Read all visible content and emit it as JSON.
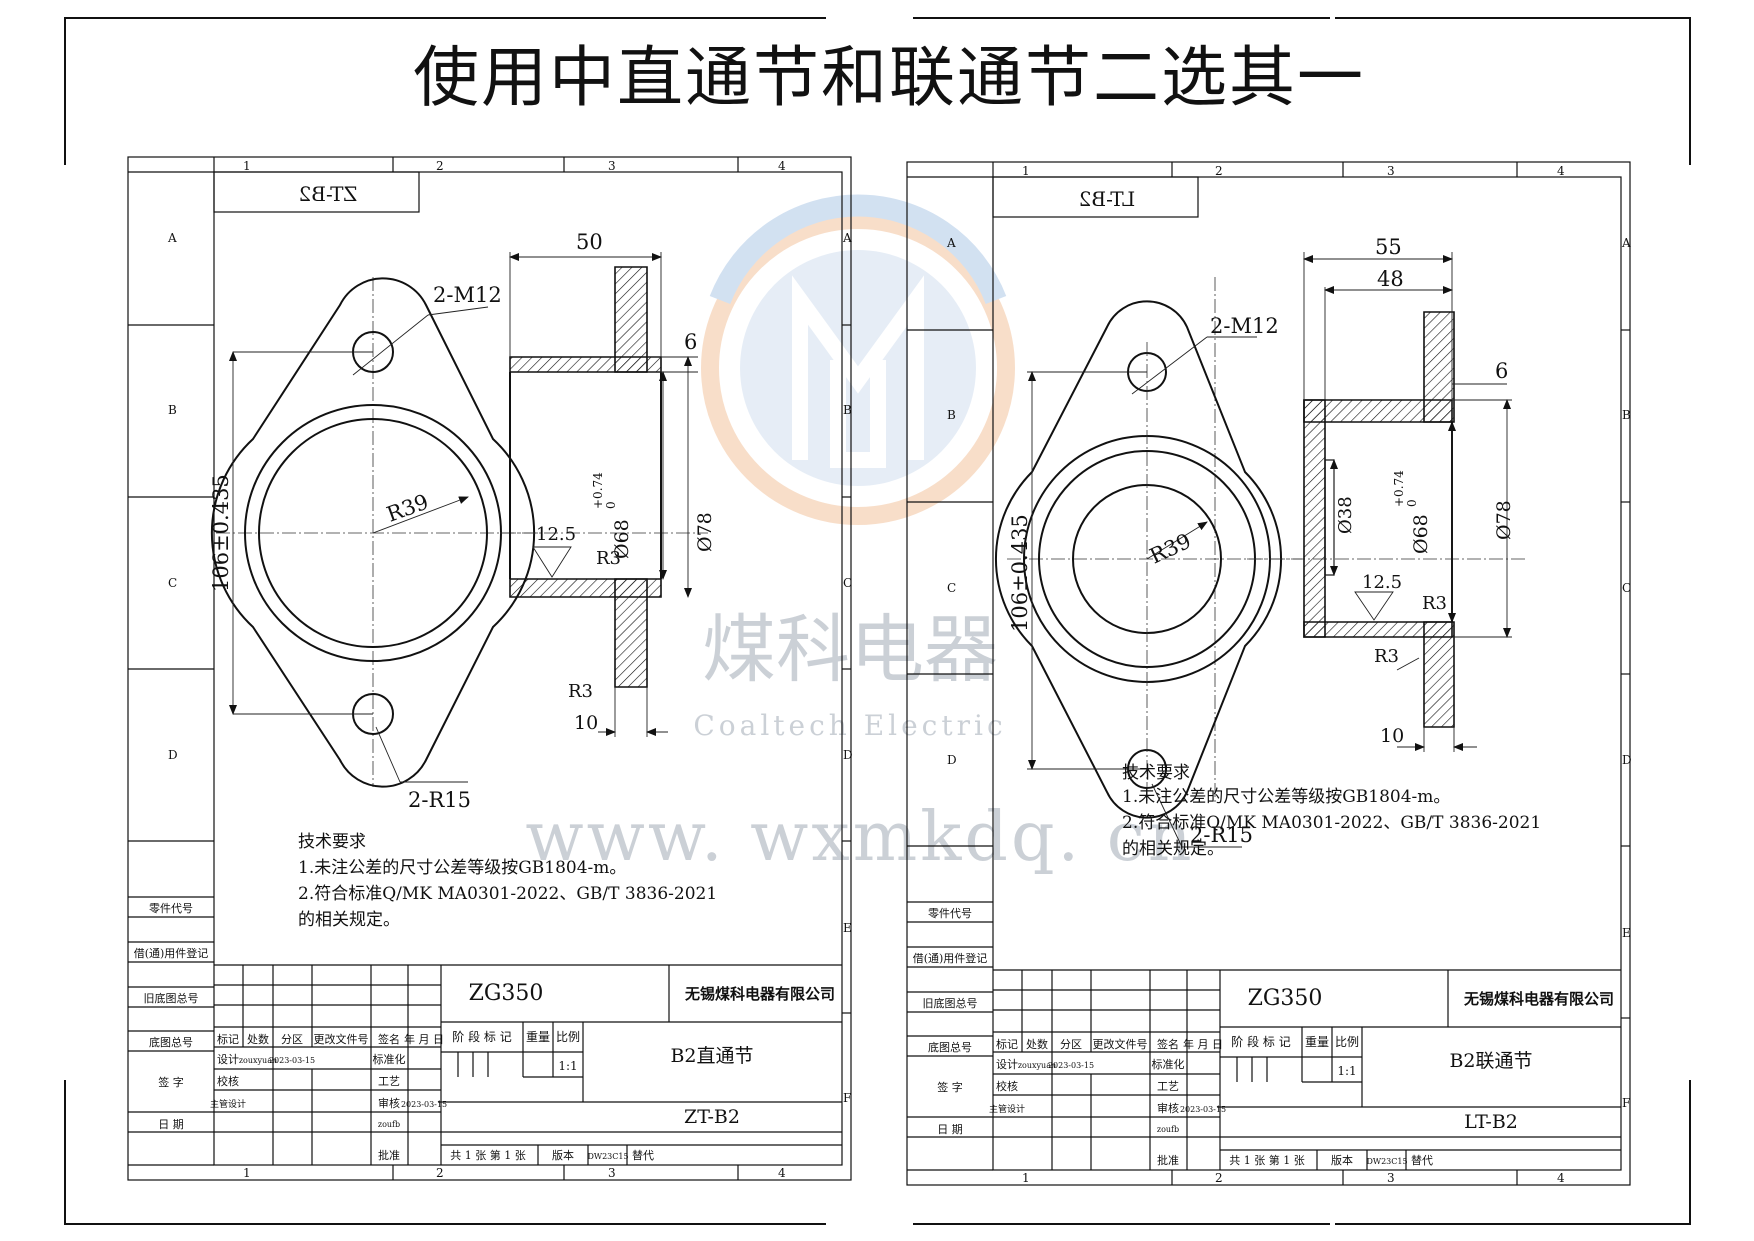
{
  "title": "使用中直通节和联通节二选其一",
  "watermark": {
    "cn": "煤科电器",
    "en": "Coaltech Electric",
    "url": "www. wxmkdq. cn",
    "colors": [
      "#f2c9a8",
      "#a9c7e6",
      "#9aa7b6"
    ]
  },
  "frame_labels": {
    "cols": [
      "1",
      "2",
      "3",
      "4"
    ],
    "rows": [
      "A",
      "B",
      "C",
      "D",
      "E",
      "F"
    ],
    "side": [
      "零件代号",
      "借(通)用件登记",
      "旧底图总号",
      "底图总号",
      "签  字",
      "日  期"
    ]
  },
  "notes": {
    "heading": "技术要求",
    "line1": "1.未注公差的尺寸公差等级按GB1804-m。",
    "line2": "2.符合标准Q/MK MA0301-2022、GB/T 3836-2021",
    "line3": "的相关规定。"
  },
  "titleblock": {
    "material": "ZG350",
    "company": "无锡煤科电器有限公司",
    "stage_mark": "阶 段 标 记",
    "weight": "重量",
    "scale_label": "比例",
    "scale": "1:1",
    "hdr_mark": "标记",
    "hdr_count": "处数",
    "hdr_zone": "分区",
    "hdr_docno": "更改文件号",
    "hdr_sign": "签名",
    "hdr_date": "年 月 日",
    "design": "设计",
    "designer": "zouxyuan",
    "design_date": "2023-03-15",
    "standard": "标准化",
    "check": "校核",
    "process": "工艺",
    "lead_design": "主管设计",
    "review": "审核",
    "reviewer": "zoufb",
    "review_date": "2023-03-15",
    "approve": "批准",
    "sheets": "共 1 张  第 1 张",
    "version_label": "版本",
    "version": "DW23C15",
    "replace": "替代"
  },
  "sheets": [
    {
      "code_mirror": "ZT-B2",
      "part_name": "B2直通节",
      "code": "ZT-B2",
      "dims": {
        "bolt": "2-M12",
        "radius": "R39",
        "pcd": "106±0.435",
        "lug": "2-R15",
        "length": "50",
        "flange": "6",
        "bore": "Ø68",
        "bore_tol_upper": "+0.74",
        "bore_tol_lower": "0",
        "outer": "Ø78",
        "rough": "12.5",
        "fillet": "R3",
        "thick": "10"
      }
    },
    {
      "code_mirror": "LT-B2",
      "part_name": "B2联通节",
      "code": "LT-B2",
      "dims": {
        "bolt": "2-M12",
        "radius": "R39",
        "pcd": "106±0.435",
        "lug": "2-R15",
        "length": "55",
        "length2": "48",
        "flange": "6",
        "inner": "Ø38",
        "bore": "Ø68",
        "bore_tol_upper": "+0.74",
        "bore_tol_lower": "0",
        "outer": "Ø78",
        "rough": "12.5",
        "fillet": "R3",
        "thick": "10"
      }
    }
  ]
}
